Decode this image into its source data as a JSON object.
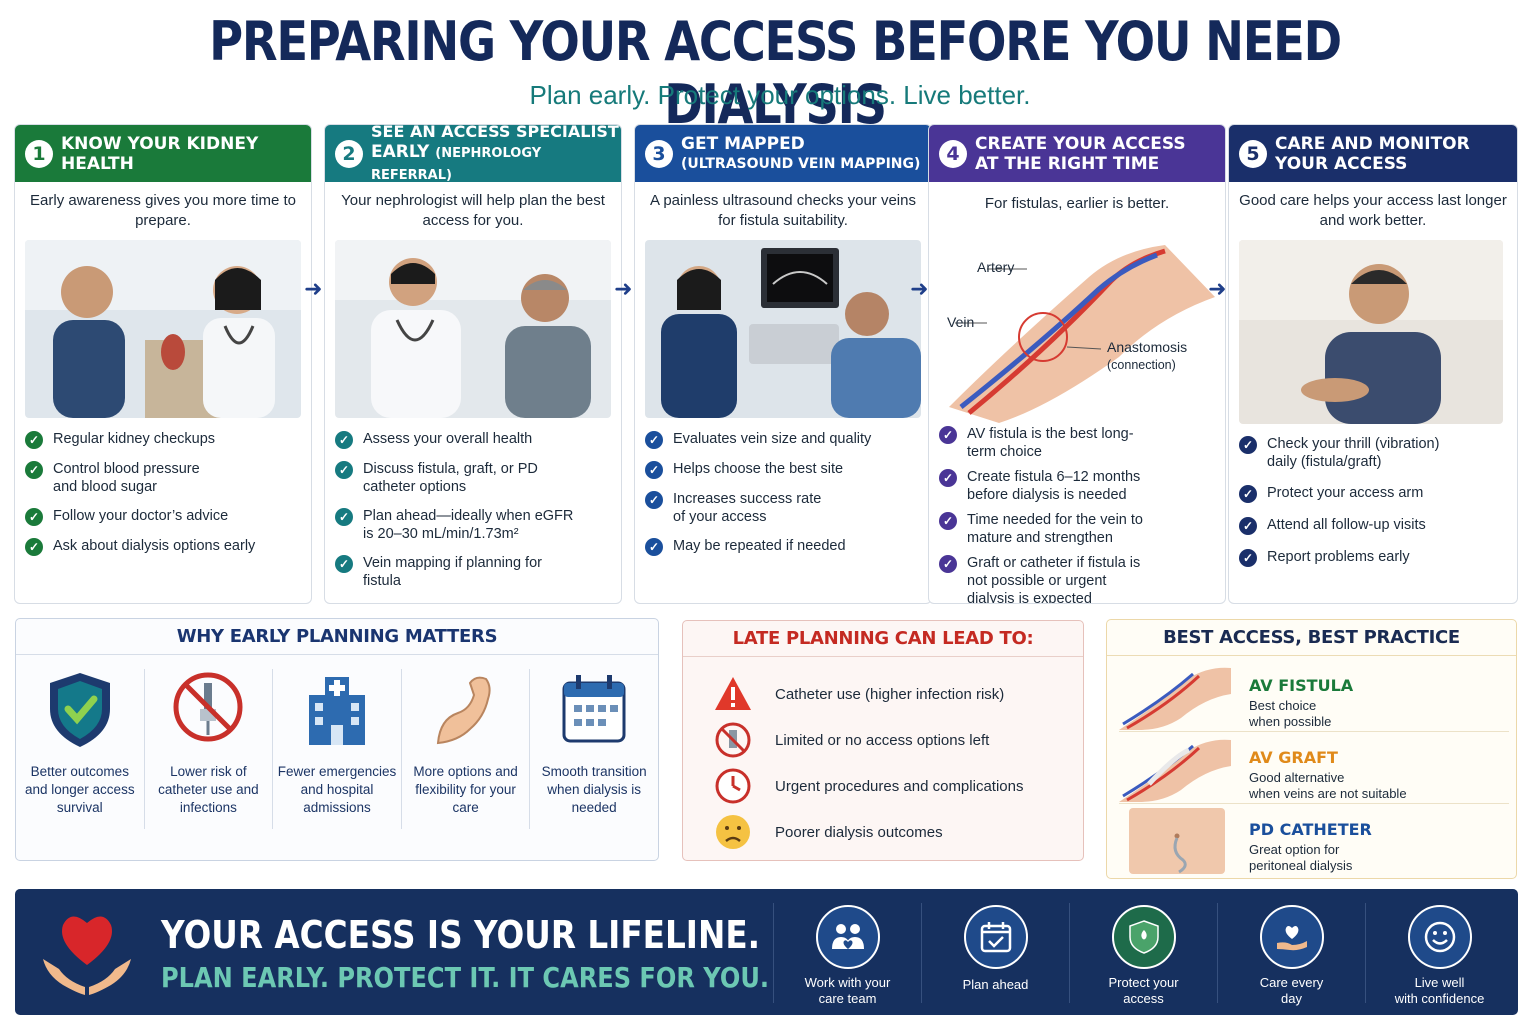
{
  "header": {
    "title": "PREPARING YOUR ACCESS BEFORE YOU NEED DIALYSIS",
    "subtitle": "Plan early. Protect your options. Live better."
  },
  "steps": [
    {
      "number": "1",
      "title_line1": "KNOW YOUR KIDNEY",
      "title_line2": "HEALTH",
      "title_small": "",
      "color": "#1a7a3a",
      "description": "Early awareness gives you more time to prepare.",
      "items": [
        "Regular kidney checkups",
        "Control blood pressure and blood sugar",
        "Follow your doctor’s advice",
        "Ask about dialysis options early"
      ]
    },
    {
      "number": "2",
      "title_line1": "SEE AN ACCESS SPECIALIST",
      "title_line2": "EARLY",
      "title_small": "(NEPHROLOGY REFERRAL)",
      "color": "#167a80",
      "description": "Your nephrologist will help plan the best access for you.",
      "items": [
        "Assess your overall health",
        "Discuss fistula, graft, or PD catheter options",
        "Plan ahead—ideally when eGFR is 20–30 mL/min/1.73m²",
        "Vein mapping if planning for fistula"
      ]
    },
    {
      "number": "3",
      "title_line1": "GET MAPPED",
      "title_line2": "",
      "title_small": "(ULTRASOUND VEIN MAPPING)",
      "color": "#1a4f9c",
      "description": "A painless ultrasound checks your veins for fistula suitability.",
      "items": [
        "Evaluates vein size and quality",
        "Helps choose the best site",
        "Increases success rate of your access",
        "May be repeated if needed"
      ]
    },
    {
      "number": "4",
      "title_line1": "CREATE YOUR ACCESS",
      "title_line2": "AT THE RIGHT TIME",
      "title_small": "",
      "color": "#4a3596",
      "description": "For fistulas, earlier is better.",
      "labels": {
        "artery": "Artery",
        "vein": "Vein",
        "anastomosis": "Anastomosis",
        "connection": "(connection)"
      },
      "items": [
        "AV fistula is the best long-term choice",
        "Create fistula 6–12 months before dialysis is needed",
        "Time needed for the vein to mature and strengthen",
        "Graft or catheter if fistula is not possible or urgent dialysis is expected"
      ]
    },
    {
      "number": "5",
      "title_line1": "CARE AND MONITOR",
      "title_line2": "YOUR ACCESS",
      "title_small": "",
      "color": "#1a2f6a",
      "description": "Good care helps your access last longer and work better.",
      "items": [
        "Check your thrill (vibration) daily (fistula/graft)",
        "Protect your access arm",
        "Attend all follow-up visits",
        "Report problems early"
      ]
    }
  ],
  "why": {
    "title": "WHY EARLY PLANNING MATTERS",
    "items": [
      {
        "icon": "shield-check-icon",
        "label": "Better outcomes and longer access survival"
      },
      {
        "icon": "no-catheter-icon",
        "label": "Lower risk of catheter use and infections"
      },
      {
        "icon": "hospital-icon",
        "label": "Fewer emergencies and hospital admissions"
      },
      {
        "icon": "strong-arm-icon",
        "label": "More options and flexibility for your care"
      },
      {
        "icon": "calendar-icon",
        "label": "Smooth transition when dialysis is needed"
      }
    ]
  },
  "late": {
    "title": "LATE PLANNING CAN LEAD TO:",
    "items": [
      {
        "icon": "warning-icon",
        "label": "Catheter use (higher infection risk)"
      },
      {
        "icon": "no-options-icon",
        "label": "Limited or no access options left"
      },
      {
        "icon": "clock-icon",
        "label": "Urgent procedures and complications"
      },
      {
        "icon": "sad-face-icon",
        "label": "Poorer dialysis outcomes"
      }
    ]
  },
  "best": {
    "title": "BEST ACCESS, BEST PRACTICE",
    "items": [
      {
        "name": "AV FISTULA",
        "color": "#1a7a3a",
        "desc_line1": "Best choice",
        "desc_line2": "when possible"
      },
      {
        "name": "AV GRAFT",
        "color": "#e08a1a",
        "desc_line1": "Good alternative",
        "desc_line2": "when veins are not suitable"
      },
      {
        "name": "PD CATHETER",
        "color": "#1a4f9c",
        "desc_line1": "Great option for",
        "desc_line2": "peritoneal dialysis"
      }
    ]
  },
  "footer": {
    "line1": "YOUR ACCESS IS YOUR LIFELINE.",
    "line2": "PLAN EARLY. PROTECT IT. IT CARES FOR YOU.",
    "items": [
      {
        "icon": "care-team-icon",
        "line1": "Work with your",
        "line2": "care team"
      },
      {
        "icon": "calendar-check-icon",
        "line1": "Plan ahead",
        "line2": ""
      },
      {
        "icon": "shield-icon",
        "line1": "Protect your",
        "line2": "access"
      },
      {
        "icon": "heart-hand-icon",
        "line1": "Care every",
        "line2": "day"
      },
      {
        "icon": "smile-icon",
        "line1": "Live well",
        "line2": "with confidence"
      }
    ]
  }
}
